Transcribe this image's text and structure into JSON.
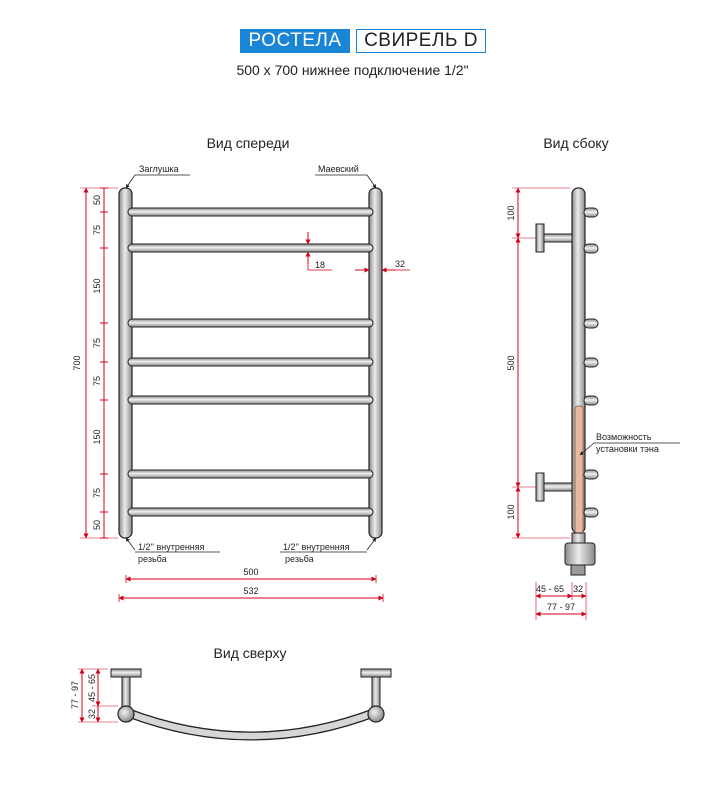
{
  "header": {
    "brand": "РОСТЕЛА",
    "model": "СВИРЕЛЬ D",
    "subtitle": "500 х 700 нижнее подключение 1/2\""
  },
  "colors": {
    "brand_blue": "#1a84d6",
    "dimension_red": "#d0021b",
    "pipe_fill": "#c8c8c8",
    "heater_fill": "#e9b9a0"
  },
  "front_view": {
    "title": "Вид спереди",
    "label_cap": "Заглушка",
    "label_valve": "Маевский",
    "height_total": "700",
    "segments": [
      "50",
      "75",
      "150",
      "75",
      "75",
      "150",
      "75",
      "50"
    ],
    "pipe_dim": "18",
    "post_dim": "32",
    "thread_left_1": "1/2'' внутренняя",
    "thread_left_2": "резьба",
    "thread_right_1": "1/2'' внутренняя",
    "thread_right_2": "резьба",
    "width_inner": "500",
    "width_outer": "532"
  },
  "side_view": {
    "title": "Вид сбоку",
    "dim_top": "100",
    "dim_middle": "500",
    "dim_bottom": "100",
    "heater_note_1": "Возможность",
    "heater_note_2": "установки тэна",
    "depth_1": "45 - 65",
    "depth_2": "32",
    "depth_total": "77 - 97"
  },
  "top_view": {
    "title": "Вид сверху",
    "depth_total": "77 - 97",
    "depth_1": "45 - 65",
    "depth_2": "32"
  }
}
